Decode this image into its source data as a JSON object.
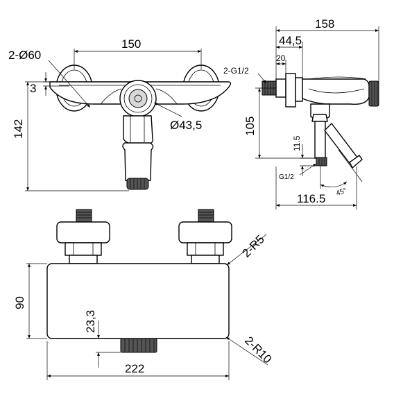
{
  "dimensions": {
    "front_inlets": "2-Ø60",
    "front_center_distance": "150",
    "front_offset": "3",
    "front_height": "142",
    "front_knob": "Ø43,5",
    "side_depth": "158",
    "side_depth_mid": "44,5",
    "side_thread": "2-G1/2",
    "side_offset": "20",
    "side_height": "105",
    "side_outlet_offset": "11.5",
    "side_outlet_thread": "G1/2",
    "side_angle": "45°",
    "side_outlet_depth": "116.5",
    "top_corner_small": "2-R5",
    "top_height": "90",
    "top_outlet_offset": "23,3",
    "top_corner_large": "2-R10",
    "top_width": "222"
  }
}
